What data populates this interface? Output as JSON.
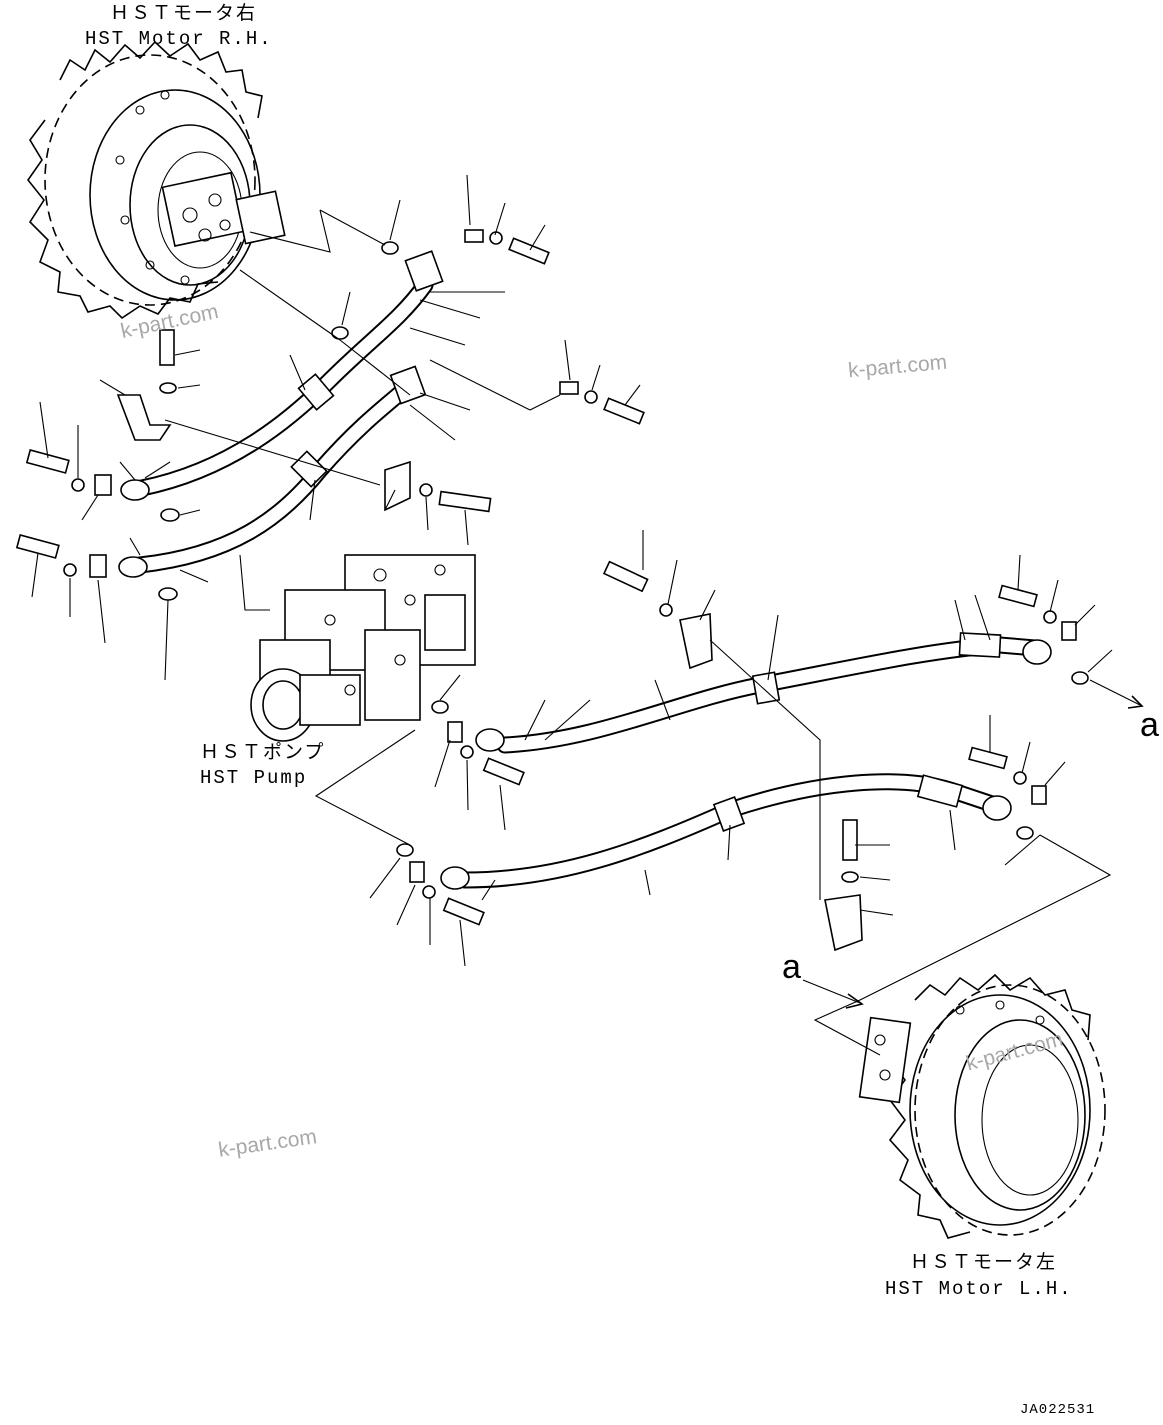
{
  "labels": {
    "motor_rh_jp": "ＨＳＴモータ右",
    "motor_rh_en": "HST Motor R.H.",
    "pump_jp": "ＨＳＴポンプ",
    "pump_en": "HST Pump",
    "motor_lh_jp": "ＨＳＴモータ左",
    "motor_lh_en": "HST Motor L.H."
  },
  "reference_marks": {
    "a_right": "a",
    "a_left": "a"
  },
  "watermarks": [
    "k-part.com",
    "k-part.com",
    "k-part.com",
    "k-part.com"
  ],
  "drawing_code": "JA022531",
  "colors": {
    "line": "#000000",
    "watermark": "#a8a8a8",
    "background": "#ffffff"
  }
}
